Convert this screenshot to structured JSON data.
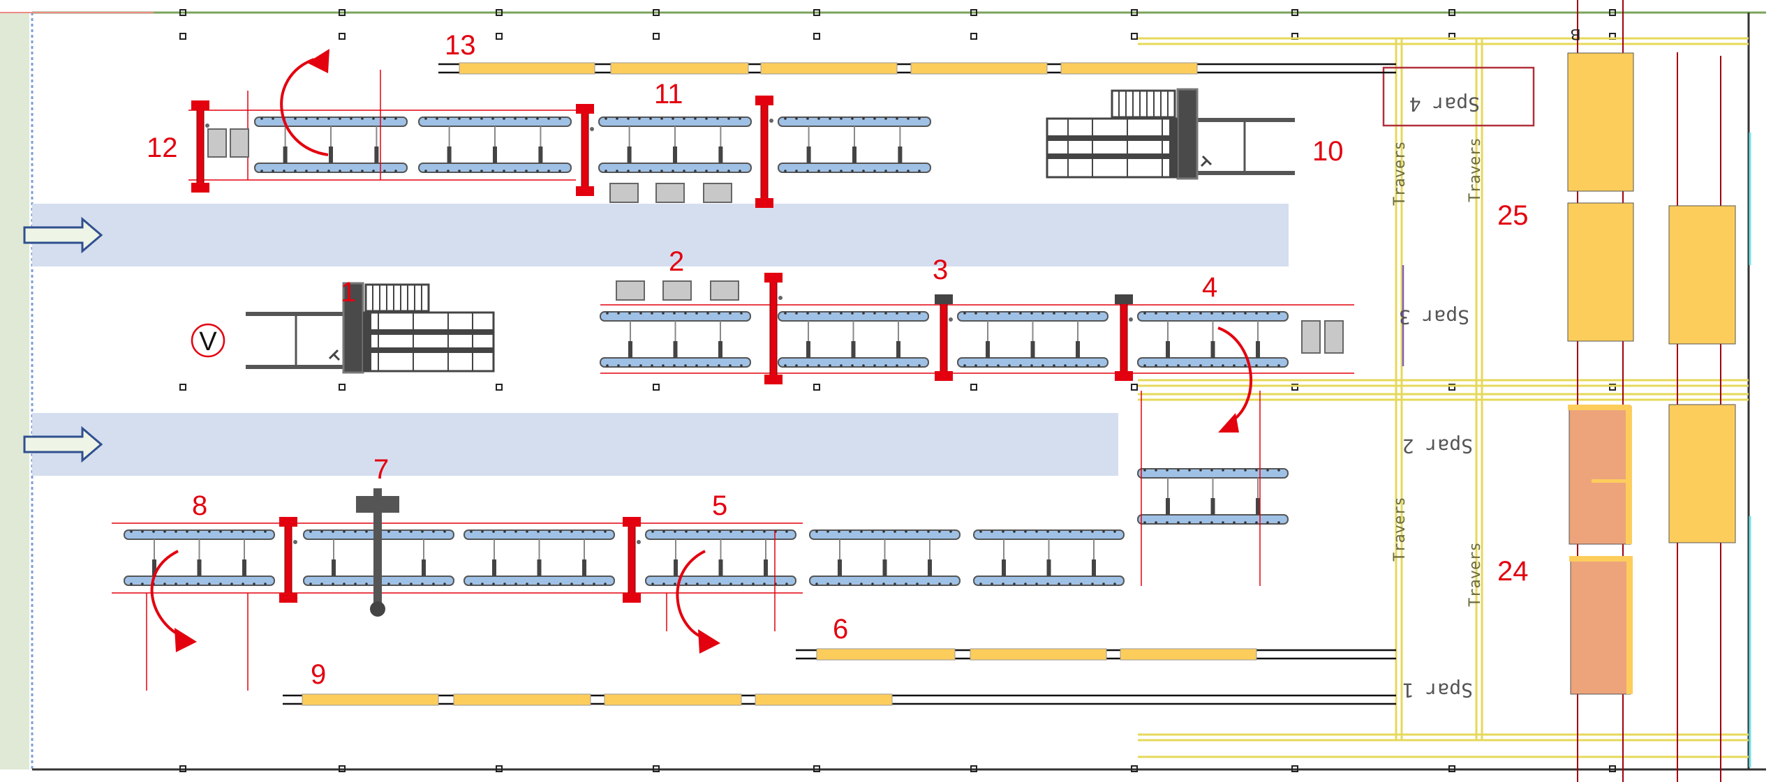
{
  "stations": {
    "s1": "1",
    "s2": "2",
    "s3": "3",
    "s4": "4",
    "s5": "5",
    "s6": "6",
    "s7": "7",
    "s8": "8",
    "s9": "9",
    "s10": "10",
    "s11": "11",
    "s12": "12",
    "s13": "13",
    "s24": "24",
    "s25": "25"
  },
  "start_marker": "V",
  "grid_label": "B",
  "spars": [
    "Spar 4",
    "Spar 3",
    "Spar 2",
    "Spar 1"
  ],
  "travers": [
    "Travers",
    "Travers",
    "Travers",
    "Travers"
  ],
  "colors": {
    "aisle": "#d5deef",
    "conveyor": "#9fc1e6",
    "gantry": "#e3000f",
    "track": "#fdcd5c",
    "rack": "#fdcd5c",
    "rack_occupied": "#eda47b",
    "annotation": "#e3000f",
    "wall_strip": "#dfe9d5"
  }
}
